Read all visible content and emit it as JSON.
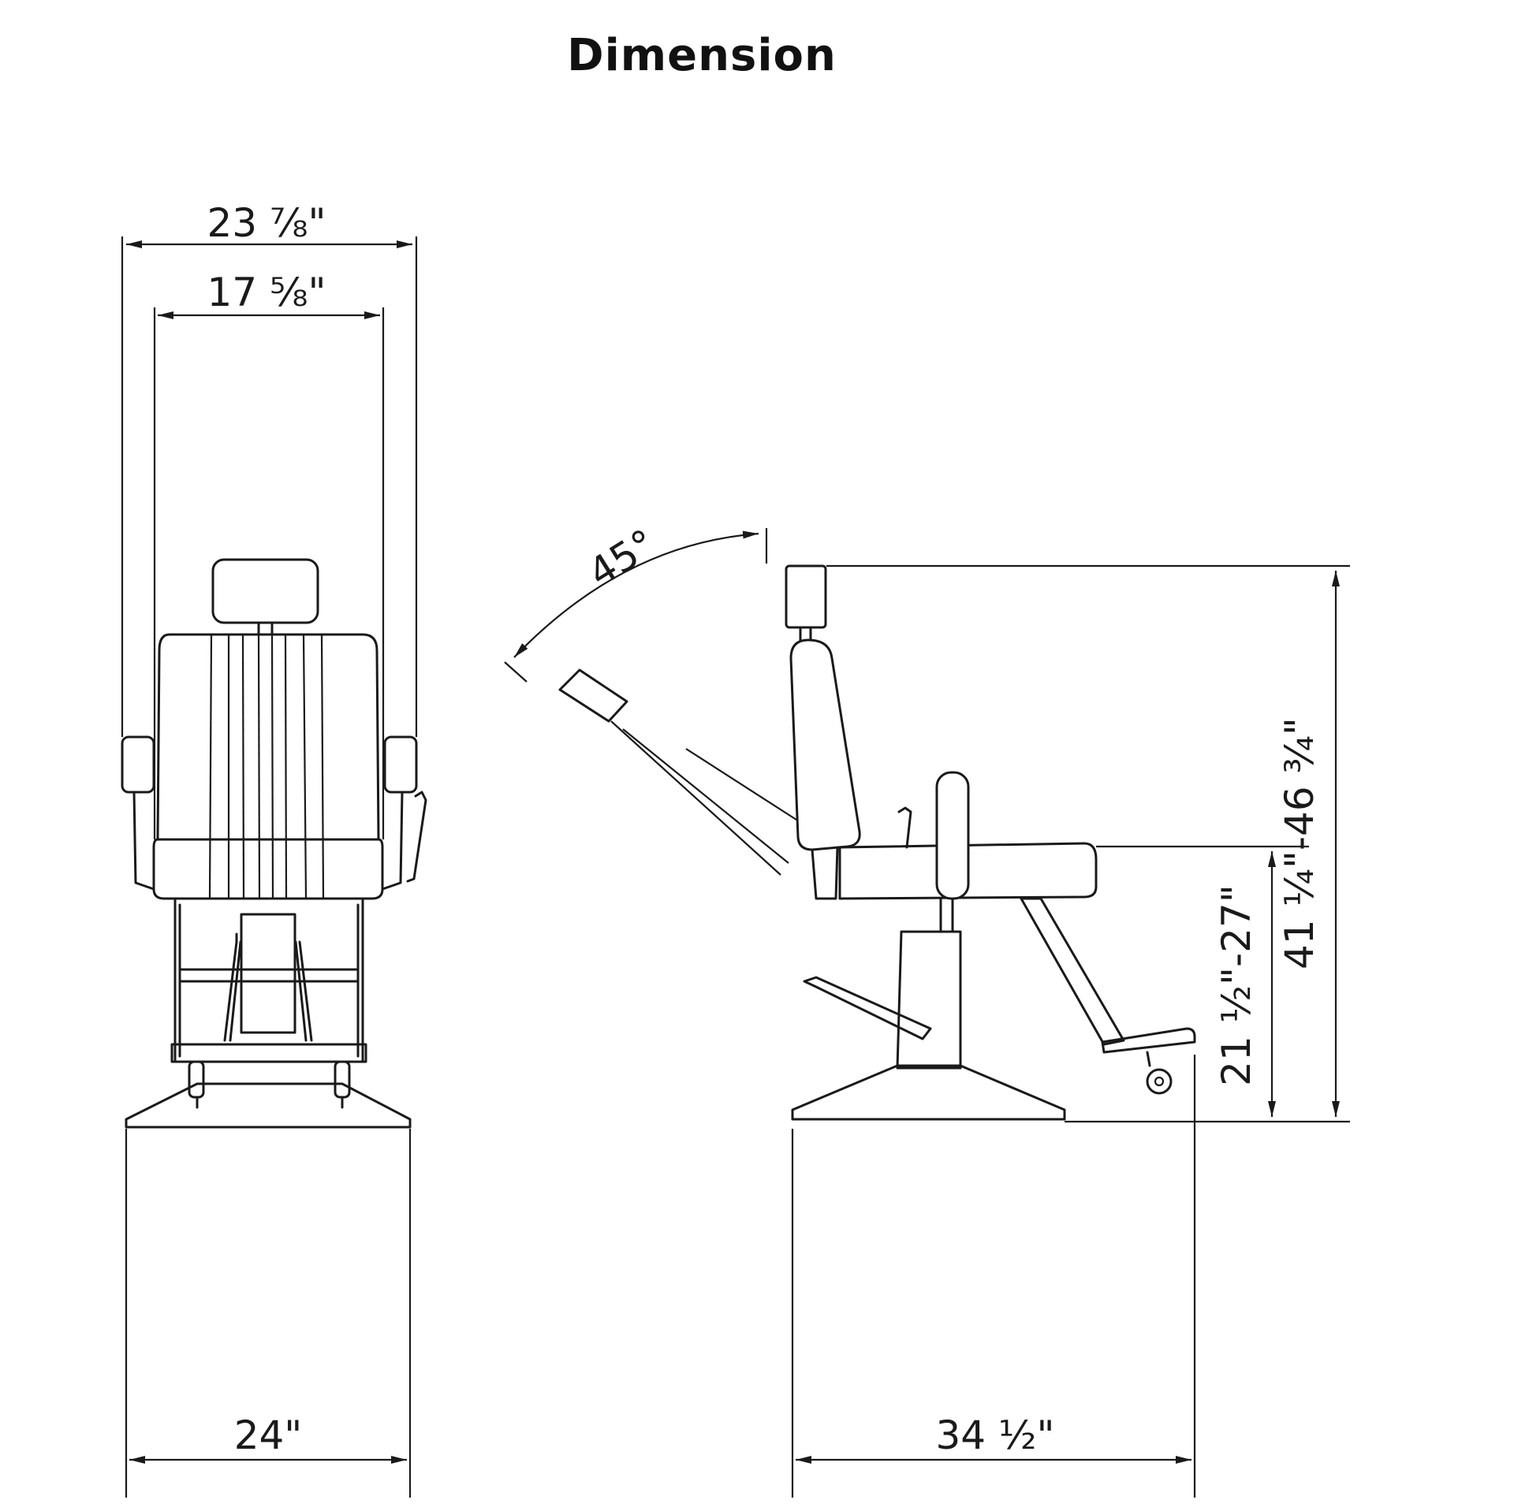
{
  "title": "Dimension",
  "colors": {
    "line": "#1a1a1a",
    "background": "#ffffff"
  },
  "dimensions": {
    "overall_width": "23 ⅞\"",
    "seat_width": "17 ⅝\"",
    "base_width": "24\"",
    "base_depth": "34 ½\"",
    "recline_angle": "45°",
    "seat_height": "21 ½\"-27\"",
    "overall_height": "41 ¼\"-46 ¾\""
  }
}
